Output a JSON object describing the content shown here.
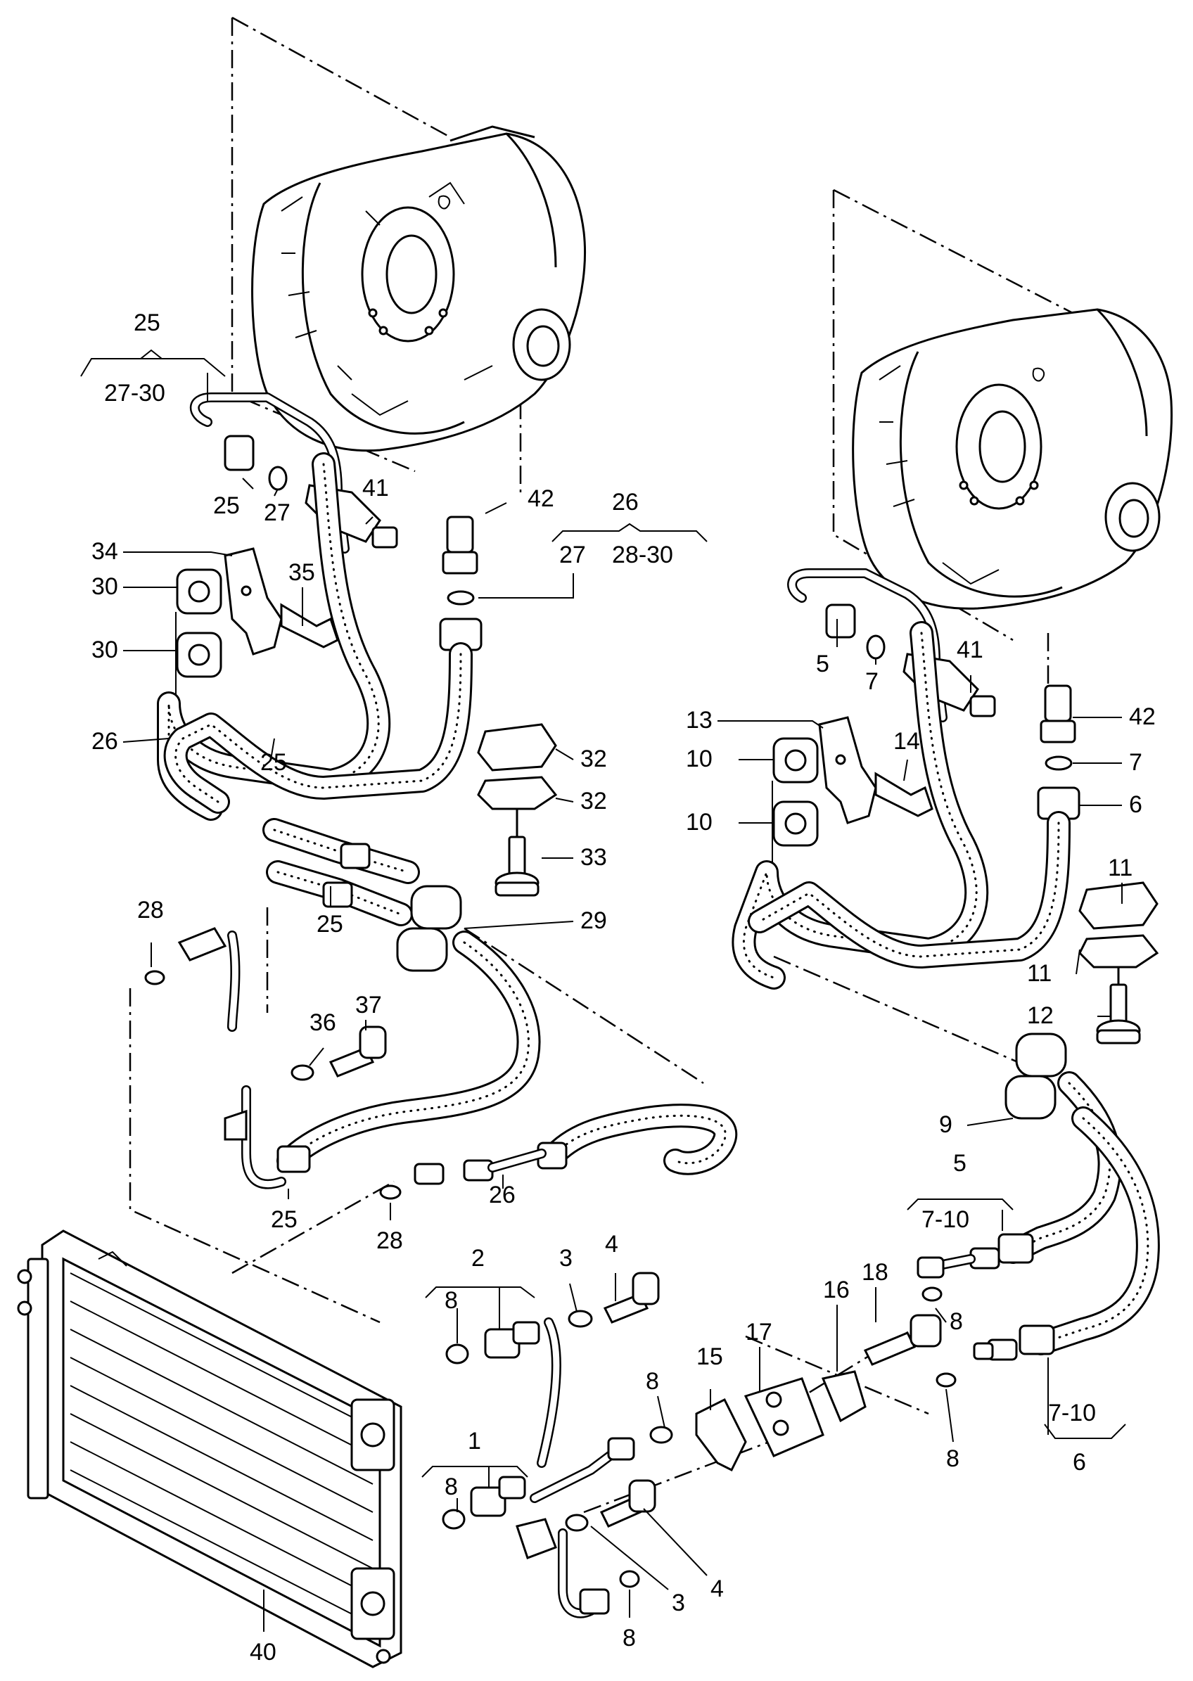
{
  "callouts": {
    "c25_top": "25",
    "c27_30_top": "27-30",
    "c25_nut": "25",
    "c27_a": "27",
    "c41_a": "41",
    "c42_a": "42",
    "c26_top": "26",
    "c27_b": "27",
    "c28_30_top": "28-30",
    "c34": "34",
    "c30_a": "30",
    "c35": "35",
    "c30_b": "30",
    "c26_left": "26",
    "c25_mid": "25",
    "c32_a": "32",
    "c32_b": "32",
    "c33": "33",
    "c28_a": "28",
    "c29": "29",
    "c25_hose": "25",
    "c37": "37",
    "c36": "36",
    "c25_low": "25",
    "c26_low": "26",
    "c28_b": "28",
    "c5_nut": "5",
    "c7_a": "7",
    "c41_b": "41",
    "c13": "13",
    "c42_b": "42",
    "c14": "14",
    "c10_a": "10",
    "c7_b": "7",
    "c6": "6",
    "c10_b": "10",
    "c11_a": "11",
    "c11_b": "11",
    "c12": "12",
    "c9": "9",
    "c5_grp": "5",
    "c7_10_a": "7-10",
    "c2": "2",
    "c3_a": "3",
    "c4_a": "4",
    "c18": "18",
    "c16": "16",
    "c8_a": "8",
    "c8_b": "8",
    "c17": "17",
    "c15": "15",
    "c8_c": "8",
    "c8_d": "8",
    "c7_10_b": "7-10",
    "c6_grp": "6",
    "c1": "1",
    "c8_e": "8",
    "c4_b": "4",
    "c3_b": "3",
    "c8_f": "8",
    "c40": "40"
  }
}
